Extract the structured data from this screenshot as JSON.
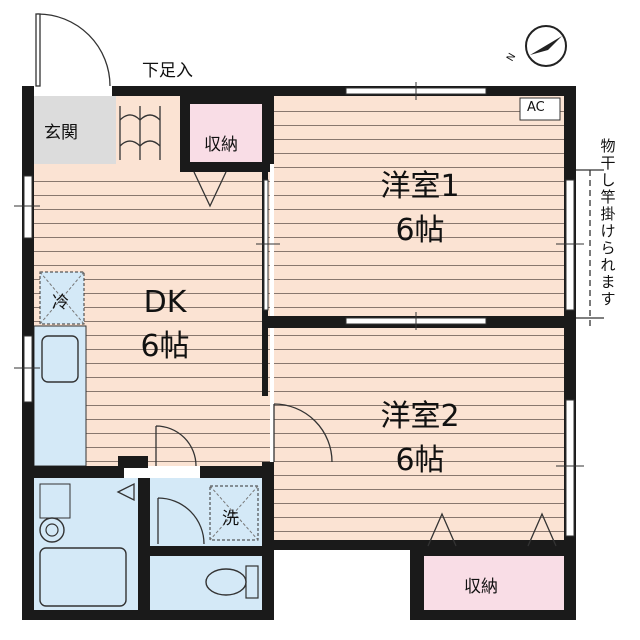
{
  "rooms": {
    "genkan": "玄関",
    "shimo_soku_iri": "下足入",
    "shuno_top": "収納",
    "dk_name": "DK",
    "dk_size": "6帖",
    "yoshitsu1_name": "洋室1",
    "yoshitsu1_size": "6帖",
    "yoshitsu2_name": "洋室2",
    "yoshitsu2_size": "6帖",
    "shuno_bottom": "収納"
  },
  "fixtures": {
    "fridge": "冷",
    "washer": "洗",
    "ac": "AC"
  },
  "note": {
    "chars": [
      "物",
      "干",
      "し",
      "竿",
      "掛",
      "け",
      "ら",
      "れ",
      "ま",
      "す"
    ]
  },
  "compass": {
    "label": "N"
  },
  "colors": {
    "wood_floor": "#fbe3d3",
    "wet_area": "#d4e9f7",
    "storage": "#f9dde6",
    "entrance": "#dcdcdc",
    "wall": "#1a1a1a"
  }
}
